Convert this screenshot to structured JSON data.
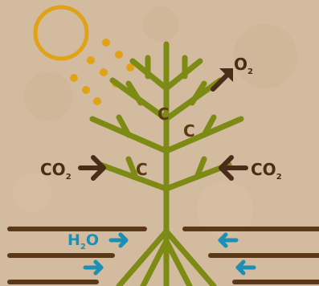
{
  "labels": {
    "co2_left": {
      "main": "CO",
      "sub": "2"
    },
    "co2_right": {
      "main": "CO",
      "sub": "2"
    },
    "o2": {
      "main": "O",
      "sub": "2"
    },
    "h2o": {
      "pre": "H",
      "sub": "2",
      "post": "O"
    },
    "carbon": [
      "C",
      "C",
      "C"
    ]
  },
  "icons": [
    "sun-icon",
    "tree-icon",
    "arrow-icon"
  ],
  "colors": {
    "background": "#d3bb9f",
    "sun": "#e0a317",
    "tree": "#7d8a13",
    "soil_lines": "#5a3818",
    "water": "#1b8fb4",
    "co2_text": "#4a2c18",
    "carbon_text": "#5a3a10"
  }
}
